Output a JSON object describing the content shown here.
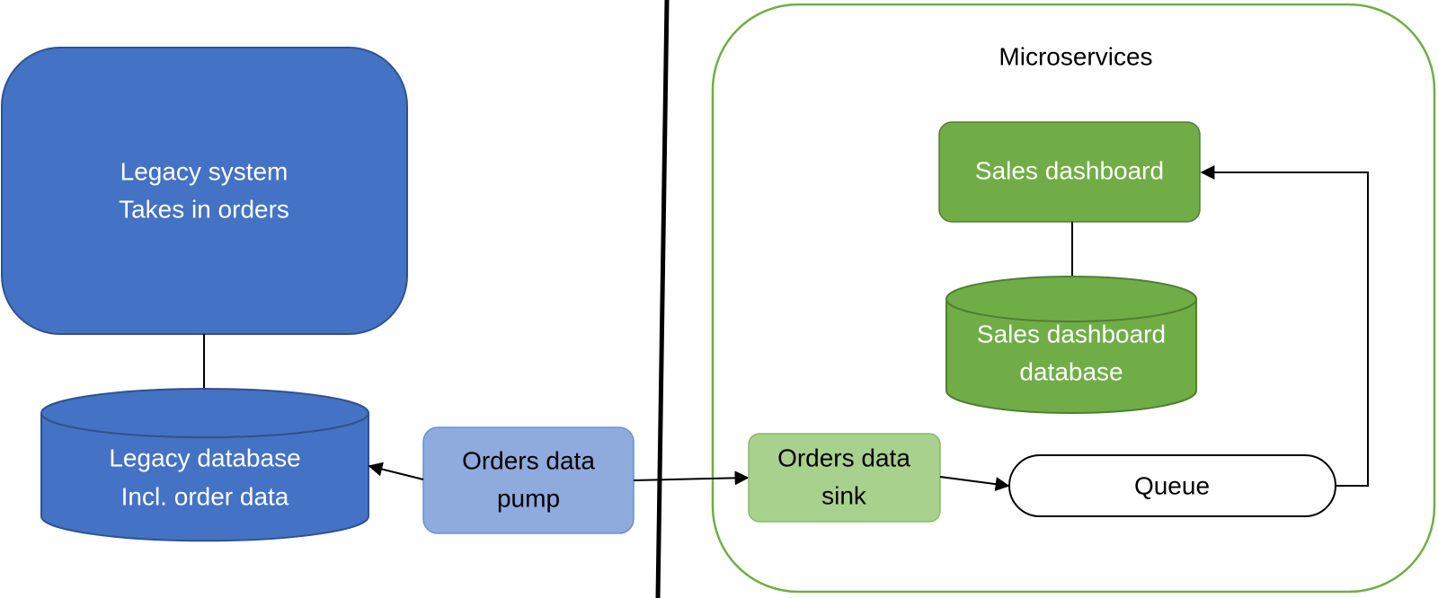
{
  "colors": {
    "legacy_blue": "#4472C4",
    "legacy_blue_stroke": "#2F528F",
    "pump_fill": "#8FAADC",
    "pump_stroke": "#6E8FCC",
    "green_dark": "#70AD47",
    "green_dark_stroke": "#507E32",
    "green_light": "#A9D18E",
    "green_light_stroke": "#82BD66",
    "container_stroke": "#70AD47",
    "line": "#000000"
  },
  "diagram": {
    "legacy_system": {
      "line1": "Legacy system",
      "line2": "Takes in orders"
    },
    "legacy_database": {
      "line1": "Legacy database",
      "line2": "Incl. order data"
    },
    "orders_pump": {
      "line1": "Orders data",
      "line2": "pump"
    },
    "microservices": {
      "title": "Microservices"
    },
    "sales_dashboard": {
      "label": "Sales dashboard"
    },
    "sales_db": {
      "line1": "Sales dashboard",
      "line2": "database"
    },
    "orders_sink": {
      "line1": "Orders data",
      "line2": "sink"
    },
    "queue": {
      "label": "Queue"
    }
  }
}
